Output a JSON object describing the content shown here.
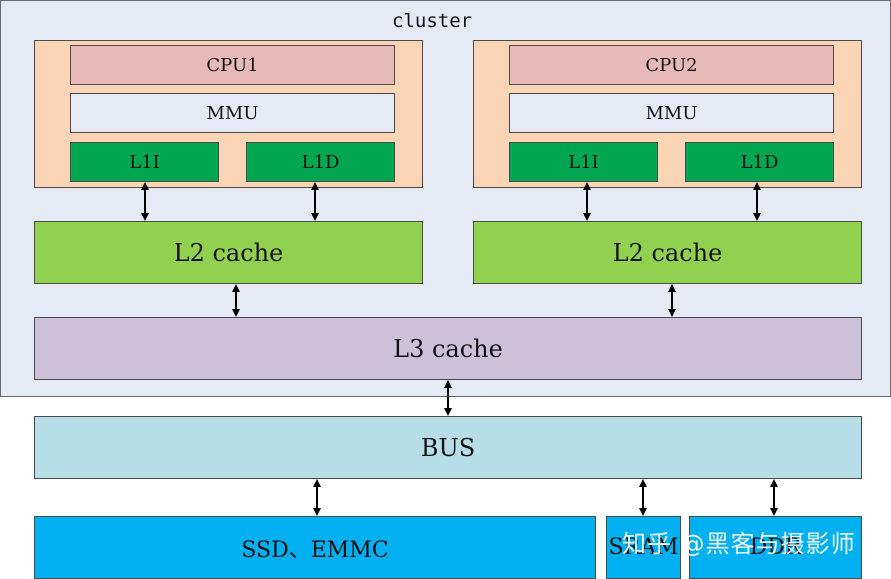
{
  "cluster": {
    "label": "cluster",
    "cores": [
      {
        "cpu": "CPU1",
        "mmu": "MMU",
        "l1i": "L1I",
        "l1d": "L1D",
        "l2": "L2  cache"
      },
      {
        "cpu": "CPU2",
        "mmu": "MMU",
        "l1i": "L1I",
        "l1d": "L1D",
        "l2": "L2  cache"
      }
    ],
    "l3": "L3  cache"
  },
  "bus": "BUS",
  "devices": [
    {
      "label": "SSD、EMMC"
    },
    {
      "label": "SRAM"
    },
    {
      "label": "DDR"
    }
  ],
  "watermark": "知乎 @黑客与摄影师",
  "colors": {
    "cluster_bg": "#e6eaf5",
    "core_bg": "#f9d5b6",
    "cpu": "#e7b9b7",
    "l1": "#00a650",
    "l2": "#92d050",
    "l3": "#ccc0da",
    "bus": "#b7dde8",
    "device": "#00b0f0"
  }
}
